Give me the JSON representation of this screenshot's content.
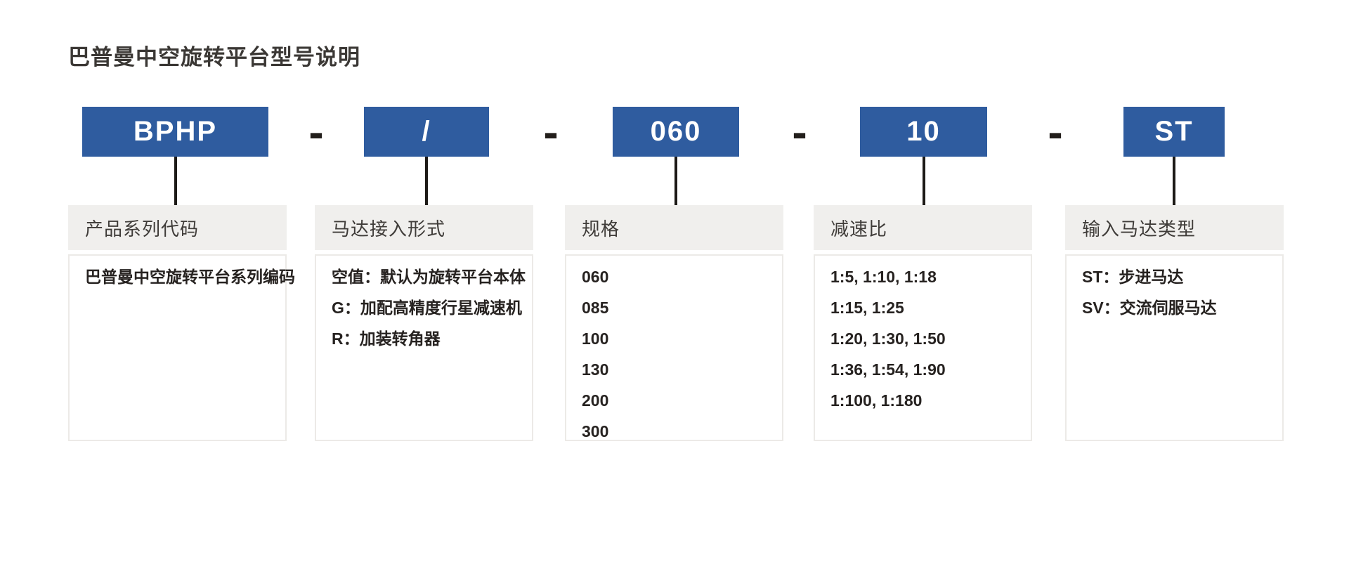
{
  "page": {
    "title": "巴普曼中空旋转平台型号说明",
    "background_color": "#ffffff"
  },
  "colors": {
    "code_box_blue": "#2f5c9f",
    "code_box_text": "#ffffff",
    "card_header_gray": "#f0efed",
    "card_border_gray": "#eceae7",
    "connector_black": "#1d1a17",
    "text_dark": "#262220"
  },
  "model": {
    "separator": "-",
    "segments": [
      {
        "code": "BPHP",
        "label": "产品系列代码",
        "items": [
          "巴普曼中空旋转平台系列编码"
        ]
      },
      {
        "code": "/",
        "label": "马达接入形式",
        "items": [
          "空值：默认为旋转平台本体",
          "G：加配高精度行星减速机",
          "R：加装转角器"
        ]
      },
      {
        "code": "060",
        "label": "规格",
        "items": [
          "060",
          "085",
          "100",
          "130",
          "200",
          "300"
        ]
      },
      {
        "code": "10",
        "label": "减速比",
        "items": [
          "1:5, 1:10, 1:18",
          "1:15, 1:25",
          "1:20, 1:30, 1:50",
          "1:36, 1:54, 1:90",
          "1:100, 1:180"
        ]
      },
      {
        "code": "ST",
        "label": "输入马达类型",
        "items": [
          "ST：步进马达",
          "SV：交流伺服马达"
        ]
      }
    ]
  }
}
